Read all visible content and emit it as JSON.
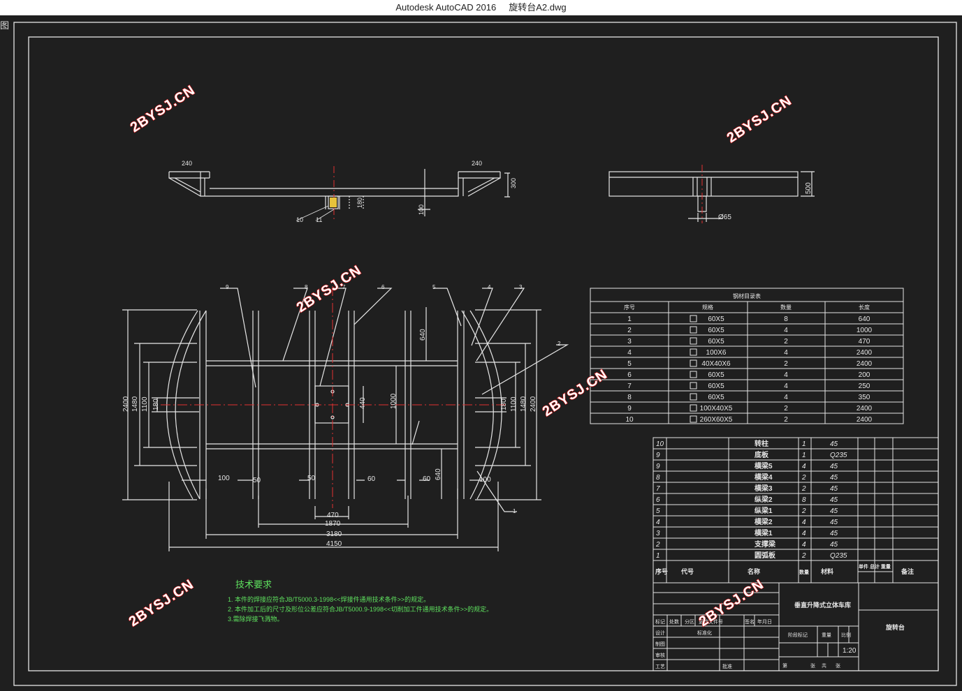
{
  "window": {
    "app_title": "Autodesk AutoCAD 2016",
    "file_name": "旋转台A2.dwg",
    "corner_glyph": "图"
  },
  "watermark": "2BYSJ.CN",
  "dimensions": {
    "top_view": [
      "240",
      "240",
      "300",
      "180",
      "100",
      "10",
      "11"
    ],
    "side_view": [
      "500",
      "Ø65"
    ],
    "main_horizontal": [
      "100",
      "50",
      "50",
      "60",
      "60",
      "100",
      "470",
      "1870",
      "3180",
      "4150"
    ],
    "main_vertical_left": [
      "2400",
      "1480",
      "1100",
      "180"
    ],
    "main_vertical_right": [
      "180",
      "1100",
      "1480",
      "2400"
    ],
    "main_inner": [
      "640",
      "440",
      "1000",
      "640"
    ],
    "balloons": [
      "9",
      "8",
      "7",
      "6",
      "5",
      "4",
      "3",
      "2",
      "1"
    ]
  },
  "cut_list": {
    "title": "钢材目录表",
    "headers": [
      "序号",
      "规格",
      "数量",
      "长度"
    ],
    "rows": [
      [
        "1",
        "60X5",
        "8",
        "640"
      ],
      [
        "2",
        "60X5",
        "4",
        "1000"
      ],
      [
        "3",
        "60X5",
        "2",
        "470"
      ],
      [
        "4",
        "100X6",
        "4",
        "2400"
      ],
      [
        "5",
        "40X40X6",
        "2",
        "2400"
      ],
      [
        "6",
        "60X5",
        "4",
        "200"
      ],
      [
        "7",
        "60X5",
        "4",
        "250"
      ],
      [
        "8",
        "60X5",
        "4",
        "350"
      ],
      [
        "9",
        "100X40X5",
        "2",
        "2400"
      ],
      [
        "10",
        "260X60X5",
        "2",
        "2400"
      ]
    ]
  },
  "bom": {
    "rows": [
      [
        "10",
        "",
        "转柱",
        "1",
        "45"
      ],
      [
        "9",
        "",
        "底板",
        "1",
        "Q235"
      ],
      [
        "9",
        "",
        "横梁5",
        "4",
        "45"
      ],
      [
        "8",
        "",
        "横梁4",
        "2",
        "45"
      ],
      [
        "7",
        "",
        "横梁3",
        "2",
        "45"
      ],
      [
        "6",
        "",
        "纵梁2",
        "8",
        "45"
      ],
      [
        "5",
        "",
        "纵梁1",
        "2",
        "45"
      ],
      [
        "4",
        "",
        "横梁2",
        "4",
        "45"
      ],
      [
        "3",
        "",
        "横梁1",
        "4",
        "45"
      ],
      [
        "2",
        "",
        "支撑梁",
        "4",
        "45"
      ],
      [
        "1",
        "",
        "圆弧板",
        "2",
        "Q235"
      ]
    ],
    "header": [
      "序号",
      "代号",
      "名称",
      "数量",
      "材料",
      "单件 总计 重量",
      "备注"
    ]
  },
  "title_block": {
    "project": "垂直升降式立体车库",
    "drawing_name": "旋转台",
    "scale": "1:20",
    "labels": [
      "标记",
      "处数",
      "分区",
      "更改文件号",
      "签名",
      "年月日",
      "设计",
      "标准化",
      "阶段标记",
      "重量",
      "比例",
      "制图",
      "审核",
      "工艺",
      "批准",
      "共",
      "张",
      "第",
      "张"
    ]
  },
  "tech_req": {
    "title": "技术要求",
    "lines": [
      "1.  本件的焊接应符合JB/T5000.3-1998<<焊接件通用技术条件>>的规定。",
      "2.  本件加工后的尺寸及形位公差应符合JB/T5000.9-1998<<切削加工件通用技术条件>>的规定。",
      "3.需除焊接飞溅物。"
    ]
  }
}
